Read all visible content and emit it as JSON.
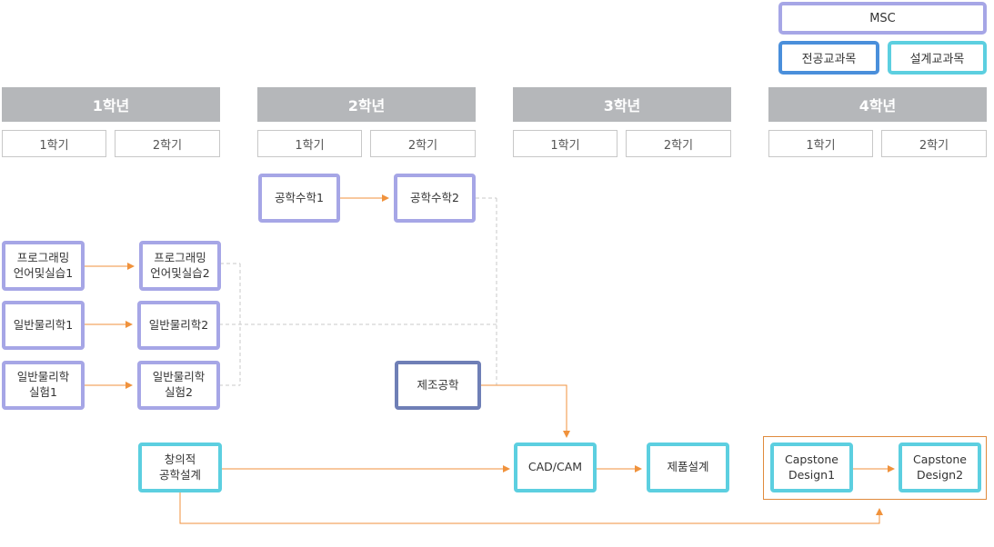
{
  "legend": {
    "msc": "MSC",
    "major": "전공교과목",
    "design": "설계교과목"
  },
  "years": [
    {
      "label": "1학년",
      "semesters": [
        "1학기",
        "2학기"
      ]
    },
    {
      "label": "2학년",
      "semesters": [
        "1학기",
        "2학기"
      ]
    },
    {
      "label": "3학년",
      "semesters": [
        "1학기",
        "2학기"
      ]
    },
    {
      "label": "4학년",
      "semesters": [
        "1학기",
        "2학기"
      ]
    }
  ],
  "courses": {
    "math1": "공학수학1",
    "math2": "공학수학2",
    "prog1": "프로그래밍\n언어및실습1",
    "prog2": "프로그래밍\n언어및실습2",
    "phys1": "일반물리학1",
    "phys2": "일반물리학2",
    "physlab1": "일반물리학\n실험1",
    "physlab2": "일반물리학\n실험2",
    "manuf": "제조공학",
    "creative": "창의적\n공학설계",
    "cadcam": "CAD/CAM",
    "product": "제품설계",
    "cap1": "Capstone\nDesign1",
    "cap2": "Capstone\nDesign2"
  },
  "colors": {
    "msc_border": "#a6a6e6",
    "major_border": "#4a8fdb",
    "major_course_border": "#6f7fb6",
    "design_border": "#5ccfe0",
    "year_bg": "#b5b7ba",
    "arrow": "#f0923c",
    "dashed": "#c8c8c8"
  }
}
